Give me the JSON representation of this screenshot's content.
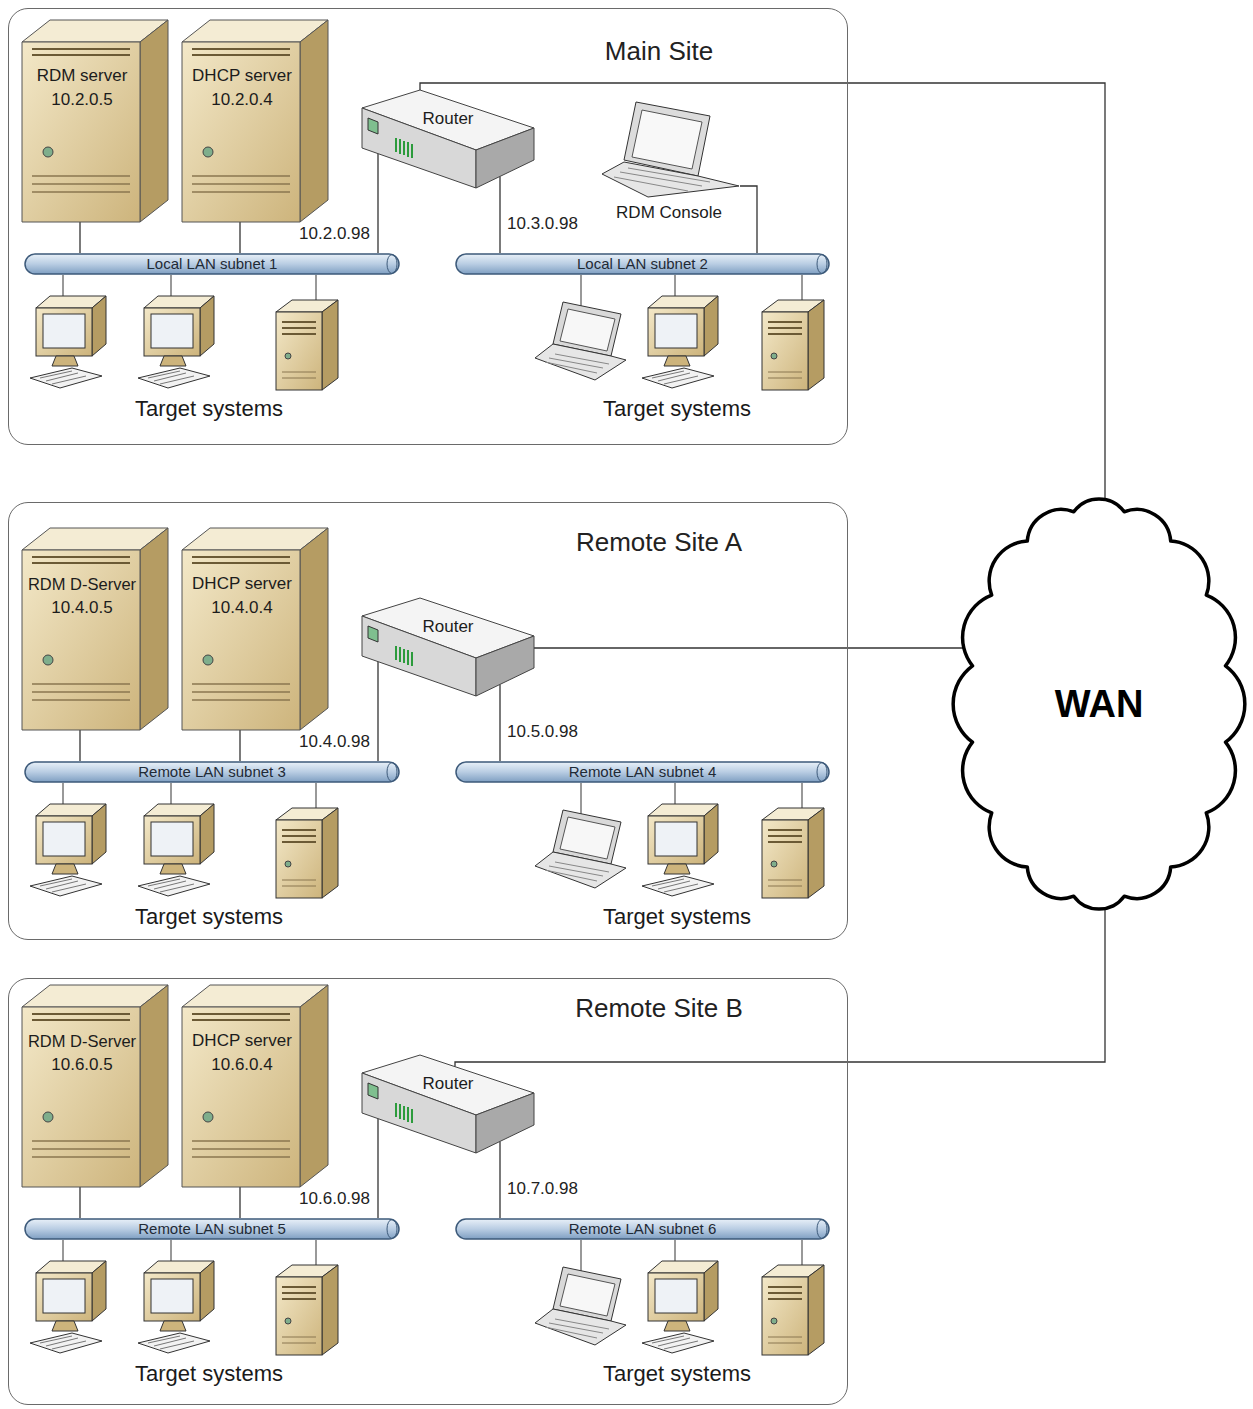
{
  "diagram": {
    "nodes": [
      {
        "text": [
          "Main Site"
        ]
      },
      {
        "text": [
          "RDM server",
          "10.2.0.5"
        ],
        "in": 0
      },
      {
        "text": [
          "DHCP server",
          "10.2.0.4"
        ],
        "in": 0
      },
      {
        "text": [
          "Router"
        ],
        "in": 0
      },
      {
        "text": [
          "RDM Console"
        ],
        "in": 0
      },
      {
        "text": [
          "Local LAN subnet 1"
        ],
        "in": 0
      },
      {
        "text": [
          "Local LAN subnet 2"
        ],
        "in": 0
      },
      {
        "text": [
          "Remote Site A"
        ]
      },
      {
        "text": [
          "RDM D-Server",
          "10.4.0.5"
        ],
        "in": 7
      },
      {
        "text": [
          "DHCP server",
          "10.4.0.4"
        ],
        "in": 7
      },
      {
        "text": [
          "Router"
        ],
        "in": 7
      },
      {
        "text": [
          "Remote LAN subnet 3"
        ],
        "in": 7
      },
      {
        "text": [
          "Remote LAN subnet 4"
        ],
        "in": 7
      },
      {
        "text": [
          "Remote Site B"
        ]
      },
      {
        "text": [
          "RDM D-Server",
          "10.6.0.5"
        ],
        "in": 13
      },
      {
        "text": [
          "DHCP server",
          "10.6.0.4"
        ],
        "in": 13
      },
      {
        "text": [
          "Router"
        ],
        "in": 13
      },
      {
        "text": [
          "Remote LAN subnet 5"
        ],
        "in": 13
      },
      {
        "text": [
          "Remote LAN subnet 6"
        ],
        "in": 13
      },
      {
        "text": [
          "WAN"
        ]
      }
    ],
    "edges": [
      {
        "from": 1,
        "to": 5,
        "arrow": "none"
      },
      {
        "from": 2,
        "to": 5,
        "arrow": "none"
      },
      {
        "from": 3,
        "to": 5,
        "label": "10.2.0.98",
        "arrow": "none"
      },
      {
        "from": 3,
        "to": 6,
        "label": "10.3.0.98",
        "arrow": "none"
      },
      {
        "from": 4,
        "to": 6,
        "arrow": "none"
      },
      {
        "from": 3,
        "to": 19,
        "arrow": "none"
      },
      {
        "from": 8,
        "to": 11,
        "arrow": "none"
      },
      {
        "from": 9,
        "to": 11,
        "arrow": "none"
      },
      {
        "from": 10,
        "to": 11,
        "label": "10.4.0.98",
        "arrow": "none"
      },
      {
        "from": 10,
        "to": 12,
        "label": "10.5.0.98",
        "arrow": "none"
      },
      {
        "from": 10,
        "to": 19,
        "arrow": "none"
      },
      {
        "from": 14,
        "to": 17,
        "arrow": "none"
      },
      {
        "from": 15,
        "to": 17,
        "arrow": "none"
      },
      {
        "from": 16,
        "to": 17,
        "label": "10.6.0.98",
        "arrow": "none"
      },
      {
        "from": 16,
        "to": 18,
        "label": "10.7.0.98",
        "arrow": "none"
      },
      {
        "from": 16,
        "to": 19,
        "arrow": "none"
      }
    ],
    "labels": [
      "Target systems",
      "Target systems",
      "Target systems",
      "Target systems",
      "Target systems",
      "Target systems"
    ]
  }
}
